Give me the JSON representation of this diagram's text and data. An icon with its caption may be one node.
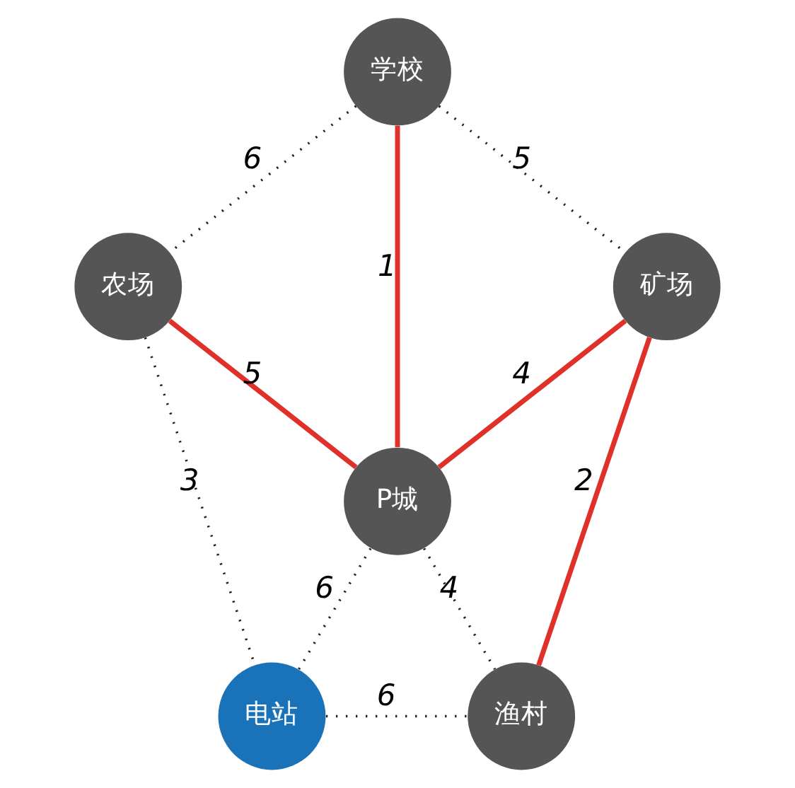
{
  "diagram": {
    "nodes": [
      {
        "text": [
          "学校"
        ]
      },
      {
        "text": [
          "农场"
        ]
      },
      {
        "text": [
          "矿场"
        ]
      },
      {
        "text": [
          "P城"
        ]
      },
      {
        "text": [
          "电站"
        ]
      },
      {
        "text": [
          "渔村"
        ]
      }
    ],
    "edges": [
      {
        "from": 0,
        "to": 1,
        "arrow": "none",
        "label": "6",
        "style": "dashed"
      },
      {
        "from": 0,
        "to": 2,
        "arrow": "none",
        "label": "5",
        "style": "dashed"
      },
      {
        "from": 0,
        "to": 3,
        "arrow": "none",
        "label": "1",
        "style": "thick",
        "color": "#e0302a"
      },
      {
        "from": 1,
        "to": 3,
        "arrow": "none",
        "label": "5",
        "style": "thick",
        "color": "#e0302a"
      },
      {
        "from": 3,
        "to": 2,
        "arrow": "none",
        "label": "4",
        "style": "thick",
        "color": "#e0302a"
      },
      {
        "from": 1,
        "to": 4,
        "arrow": "none",
        "label": "3",
        "style": "dashed"
      },
      {
        "from": 2,
        "to": 5,
        "arrow": "none",
        "label": "2",
        "style": "thick",
        "color": "#e0302a"
      },
      {
        "from": 3,
        "to": 4,
        "arrow": "none",
        "label": "6",
        "style": "dashed"
      },
      {
        "from": 3,
        "to": 5,
        "arrow": "none",
        "label": "4",
        "style": "dashed"
      },
      {
        "from": 4,
        "to": 5,
        "arrow": "none",
        "label": "6",
        "style": "dashed"
      }
    ]
  }
}
